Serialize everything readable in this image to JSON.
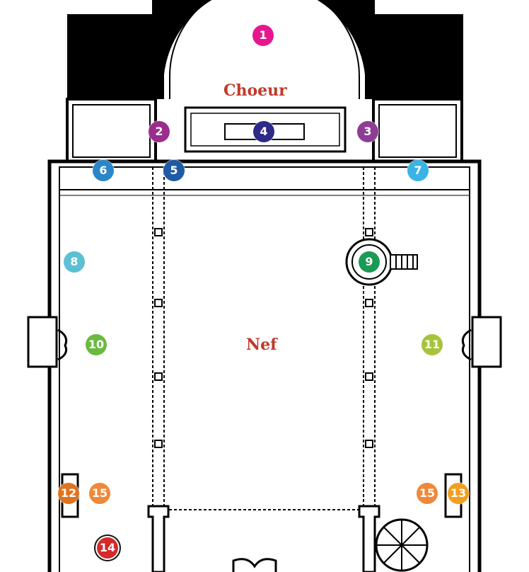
{
  "labels": {
    "choeur": "Choeur",
    "nef": "Nef"
  },
  "markers": [
    {
      "id": "m1",
      "number": "1",
      "color": "#e6168f"
    },
    {
      "id": "m2",
      "number": "2",
      "color": "#9b2d8e"
    },
    {
      "id": "m3",
      "number": "3",
      "color": "#8e3d96"
    },
    {
      "id": "m4",
      "number": "4",
      "color": "#2e2a87"
    },
    {
      "id": "m5",
      "number": "5",
      "color": "#1f5aa6"
    },
    {
      "id": "m6",
      "number": "6",
      "color": "#2a86c8"
    },
    {
      "id": "m7",
      "number": "7",
      "color": "#3ab3e6"
    },
    {
      "id": "m8",
      "number": "8",
      "color": "#5bc0d3"
    },
    {
      "id": "m9",
      "number": "9",
      "color": "#1a9a55"
    },
    {
      "id": "m10",
      "number": "10",
      "color": "#6bb93e"
    },
    {
      "id": "m11",
      "number": "11",
      "color": "#a6c43a"
    },
    {
      "id": "m12",
      "number": "12",
      "color": "#e0731e"
    },
    {
      "id": "m13",
      "number": "13",
      "color": "#f0a020"
    },
    {
      "id": "m14",
      "number": "14",
      "color": "#d42a2a"
    },
    {
      "id": "m15a",
      "number": "15",
      "color": "#f0883a"
    },
    {
      "id": "m15b",
      "number": "15",
      "color": "#f0883a"
    }
  ]
}
